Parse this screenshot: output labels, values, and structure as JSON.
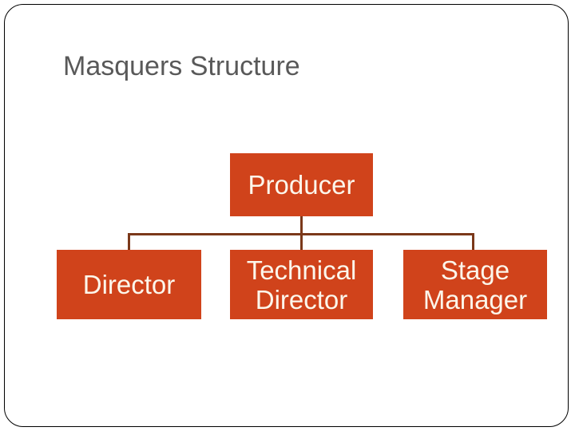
{
  "slide": {
    "title": "Masquers Structure",
    "background_color": "#FFFFFF",
    "border_color": "#000000",
    "title_color": "#595959"
  },
  "org_chart": {
    "node_fill_color": "#D0431B",
    "node_text_color": "#FCF6EB",
    "connector_color": "#7B381A",
    "root": {
      "id": "producer",
      "label": "Producer"
    },
    "children": [
      {
        "id": "director",
        "label": "Director"
      },
      {
        "id": "technical-director",
        "label": "Technical\nDirector"
      },
      {
        "id": "stage-manager",
        "label": "Stage\nManager"
      }
    ]
  }
}
